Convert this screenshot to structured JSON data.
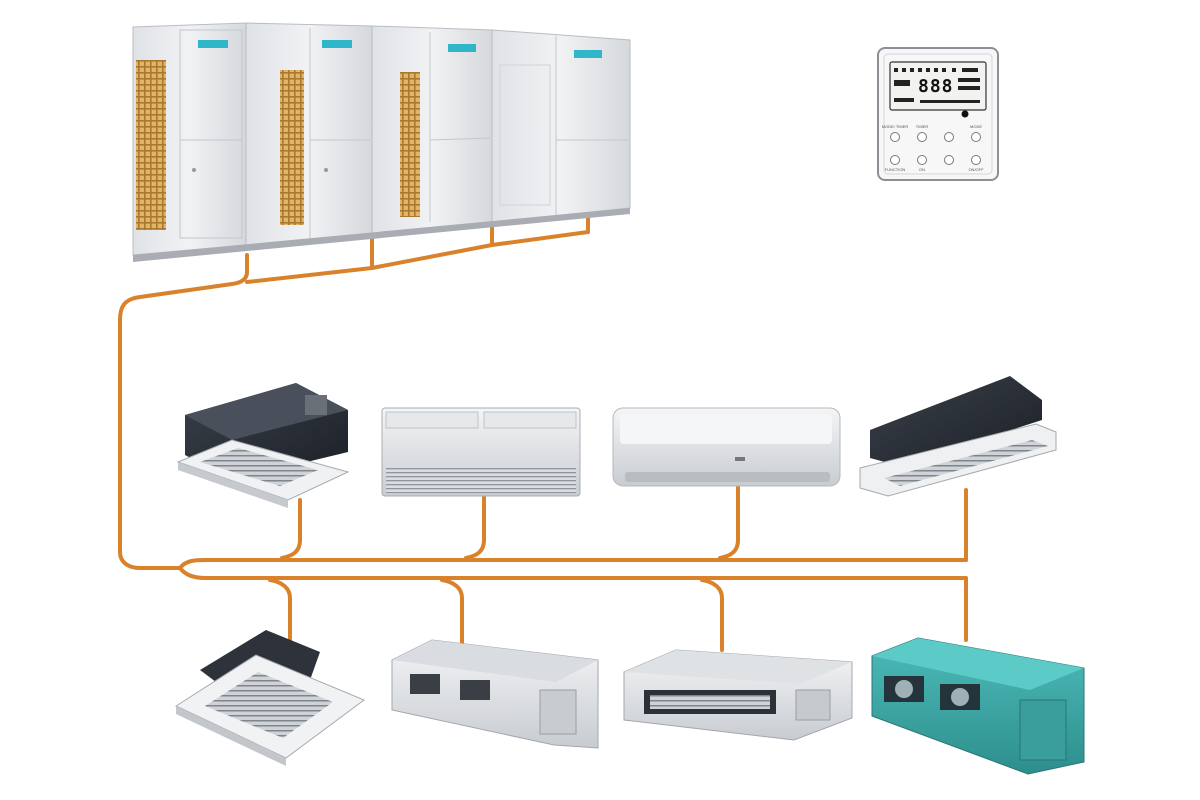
{
  "colors": {
    "pipe": "#d9822b",
    "cabinet": "#e7e9ec",
    "cabinet_shade": "#c9ccd1",
    "grille": "#d7a55a",
    "teal_unit": "#3aa9a7",
    "dark_top": "#2a2f38",
    "accent_blue": "#2fb6c8"
  },
  "outdoor_unit": {
    "icon": "outdoor-vrf-unit-icon",
    "module_count": 4
  },
  "controller": {
    "icon": "wired-controller-icon",
    "display_digits": "888",
    "button_labels": [
      "MODE/ TIMER",
      "TIMER",
      "",
      "MODE",
      "FUNCTION",
      "ON",
      "",
      "ON/OFF"
    ]
  },
  "indoor_units": {
    "upper_row": [
      {
        "icon": "compact-cassette-unit-icon"
      },
      {
        "icon": "ceiling-floor-unit-icon"
      },
      {
        "icon": "wall-mounted-split-icon"
      },
      {
        "icon": "one-way-cassette-unit-icon"
      }
    ],
    "lower_row": [
      {
        "icon": "four-way-cassette-unit-icon"
      },
      {
        "icon": "high-static-duct-unit-icon"
      },
      {
        "icon": "slim-duct-unit-icon"
      },
      {
        "icon": "teal-duct-unit-icon"
      }
    ]
  }
}
